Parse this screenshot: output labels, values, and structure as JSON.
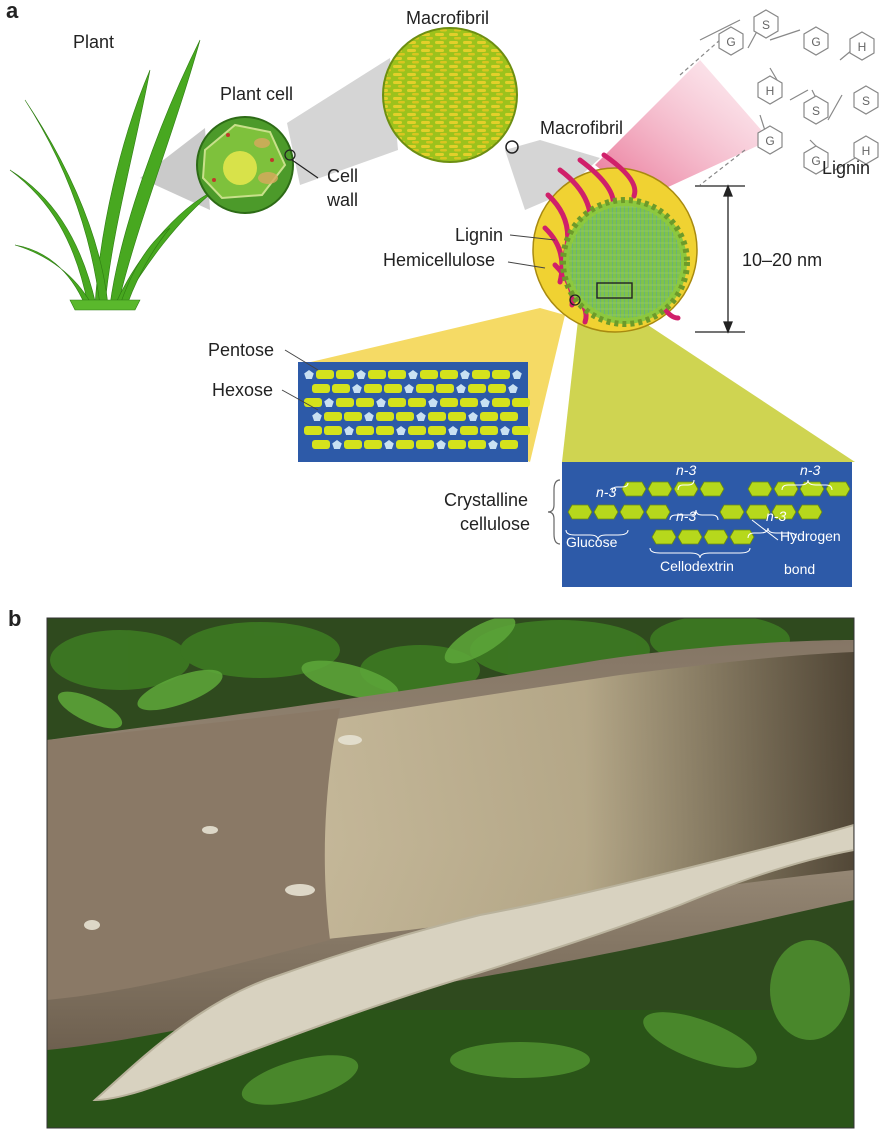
{
  "panel_a": {
    "letter": "a",
    "labels": {
      "plant": "Plant",
      "plant_cell": "Plant cell",
      "cell": "Cell",
      "wall": "wall",
      "macrofibril_top": "Macrofibril",
      "macrofibril_right": "Macrofibril",
      "lignin_right": "Lignin",
      "lignin_left": "Lignin",
      "hemicellulose": "Hemicellulose",
      "dimension": "10–20 nm",
      "pentose": "Pentose",
      "hexose": "Hexose",
      "crystalline": "Crystalline",
      "cellulose": "cellulose",
      "glucose": "Glucose",
      "cellodextrin": "Cellodextrin",
      "hydrogen": "Hydrogen",
      "bond": "bond",
      "n3": "n-3"
    },
    "lignin_units": [
      "G",
      "H",
      "S"
    ],
    "colors": {
      "plant_green": "#3f9f1c",
      "cell_green": "#4c9a2a",
      "fibril_yellow": "#e8d21c",
      "lignin_magenta": "#d0206a",
      "box_blue": "#2d5aa8",
      "chain_green": "#b6d81c"
    }
  },
  "panel_b": {
    "letter": "b"
  }
}
